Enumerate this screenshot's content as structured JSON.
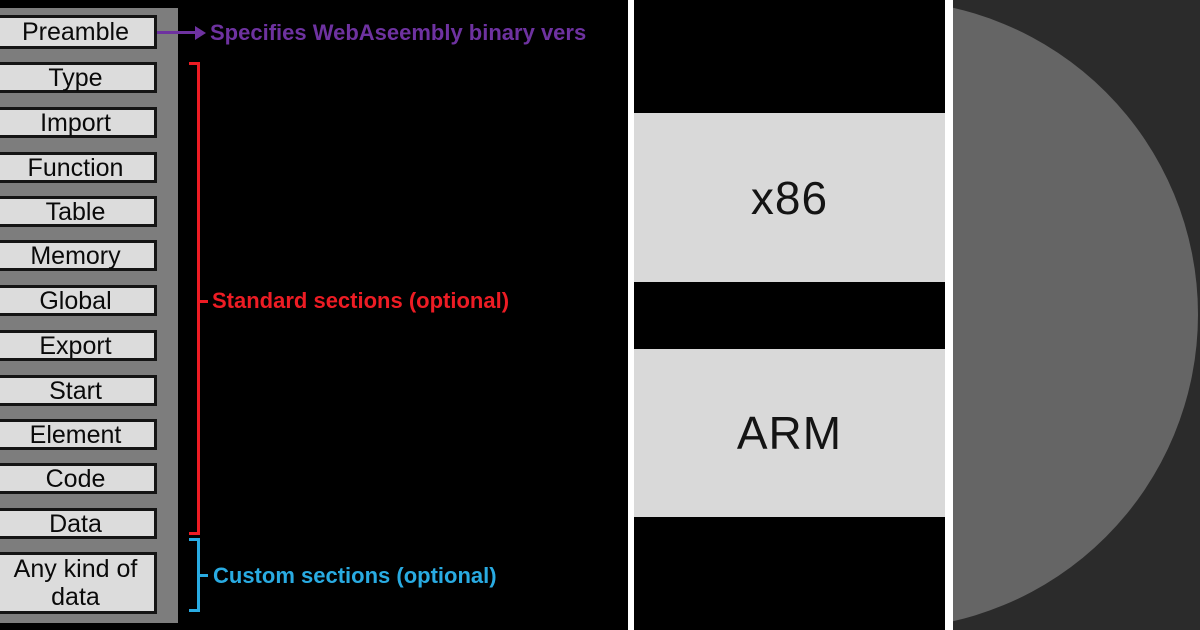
{
  "diagram": {
    "title": "WebAssembly binary format module layout",
    "left_panel": {
      "sections": [
        "Preamble",
        "Type",
        "Import",
        "Function",
        "Table",
        "Memory",
        "Global",
        "Export",
        "Start",
        "Element",
        "Code",
        "Data",
        "Any kind of data"
      ]
    },
    "annotations": {
      "preamble_note": {
        "text": "Specifies WebAseembly binary vers",
        "color": "#6e32a0",
        "truncated": "yes"
      },
      "standard_note": {
        "text": "Standard sections (optional)",
        "color": "#ed1c24"
      },
      "custom_note": {
        "text": "Custom sections (optional)",
        "color": "#29abe2"
      }
    },
    "middle_panel": {
      "architectures": [
        "x86",
        "ARM"
      ]
    },
    "icons": {
      "preamble_arrow": "arrow-right"
    },
    "colors": {
      "background": "#000000",
      "left_panel_bg": "#7d7d7d",
      "section_box_fill": "#dcdcdc",
      "section_box_border": "#141414",
      "arch_box_fill": "#d9d9d9",
      "divider": "#ffffff",
      "right_panel_bg": "#2b2b2b",
      "circle_fill": "#656565",
      "purple_accent": "#6e32a0",
      "red_accent": "#ed1c24",
      "blue_accent": "#29abe2"
    }
  }
}
